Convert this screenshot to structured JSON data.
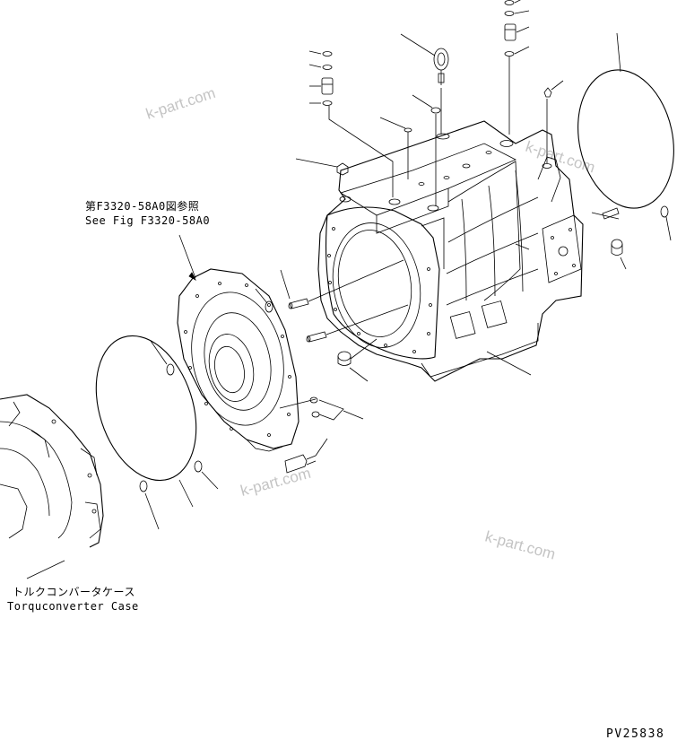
{
  "ref_note": {
    "jp": "第F3320-58A0図参照",
    "en": "See Fig F3320-58A0"
  },
  "torque_case": {
    "jp": "トルクコンバータケース",
    "en": "Torquconverter Case"
  },
  "watermarks": [
    "k-part.com",
    "k-part.com",
    "k-part.com",
    "k-part.com"
  ],
  "drawing_code": "PV25838"
}
